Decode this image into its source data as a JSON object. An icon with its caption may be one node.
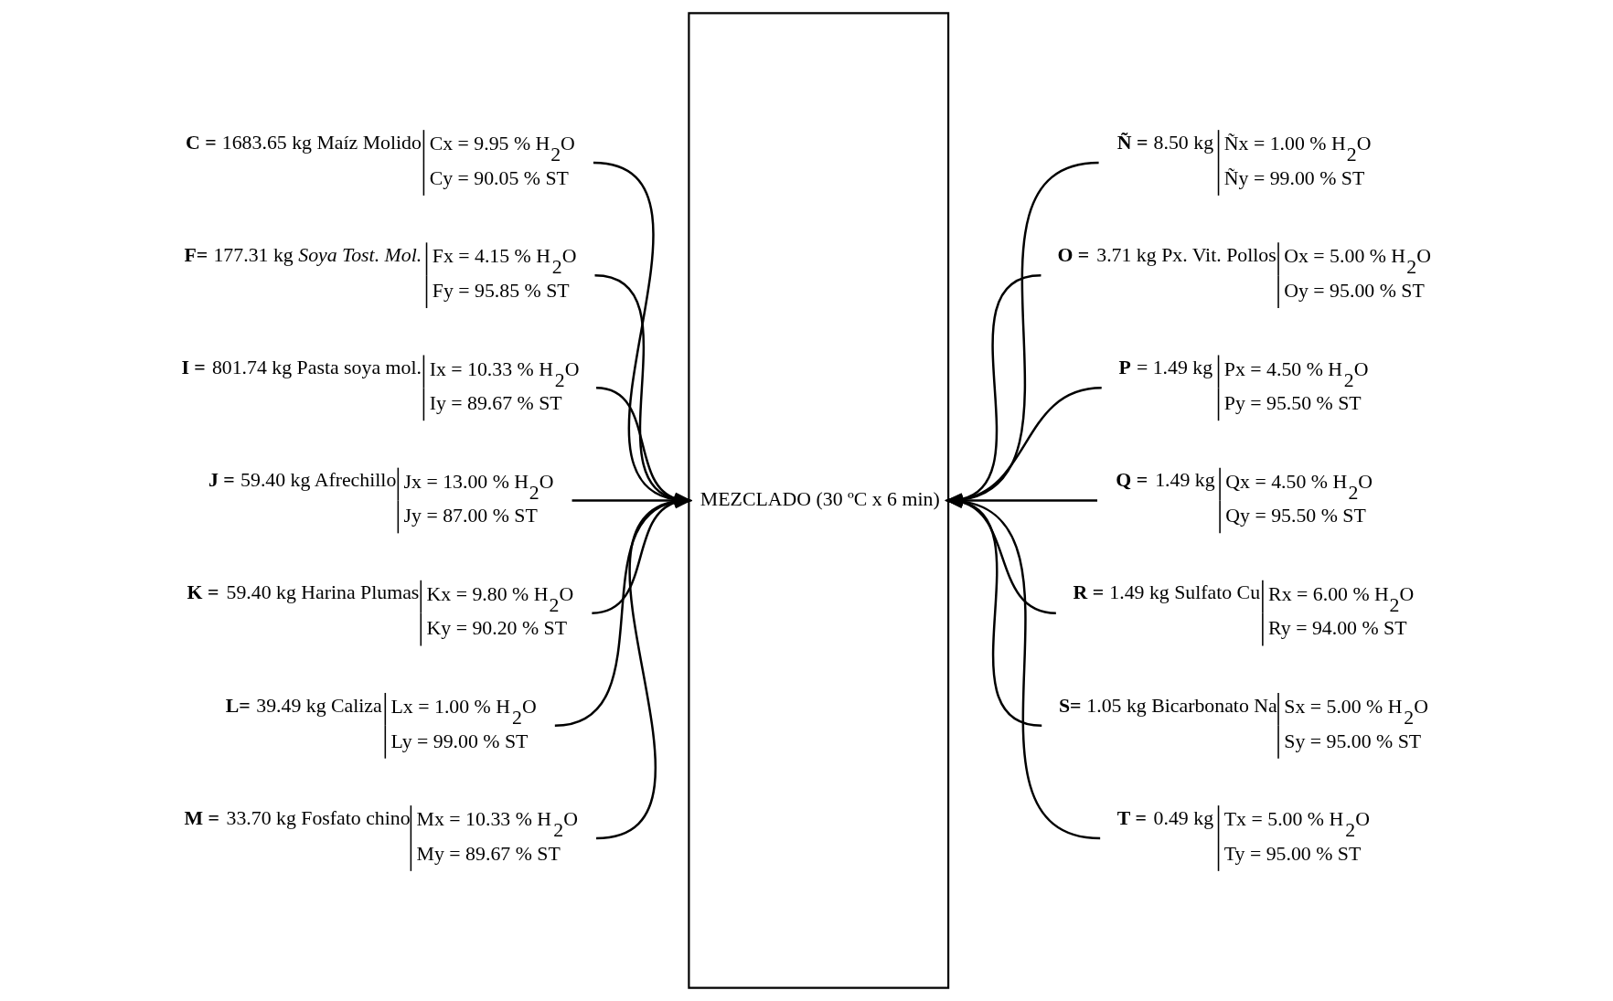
{
  "diagram": {
    "nodes": [
      {
        "text": [
          "**C =** 1683.65 kg Maíz Molido",
          "Cx = 9.95 % H$_{2}$O",
          "Cy = 90.05 % ST"
        ]
      },
      {
        "text": [
          "**F=** 177.31 kg *Soya Tost. Mol.*",
          "Fx = 4.15 % H$_{2}$O",
          "Fy = 95.85 % ST"
        ]
      },
      {
        "text": [
          "**I =** 801.74 kg Pasta soya mol.",
          "Ix = 10.33 % H$_{2}$O",
          "Iy = 89.67 % ST"
        ]
      },
      {
        "text": [
          "**J =** 59.40 kg Afrechillo",
          "Jx = 13.00 % H$_{2}$O",
          "Jy = 87.00 % ST"
        ]
      },
      {
        "text": [
          "**K =** 59.40 kg Harina Plumas",
          "Kx = 9.80 % H$_{2}$O",
          "Ky = 90.20 % ST"
        ]
      },
      {
        "text": [
          "**L=** 39.49 kg Caliza",
          "Lx = 1.00 % H$_{2}$O",
          "Ly = 99.00 % ST"
        ]
      },
      {
        "text": [
          "**M =** 33.70 kg Fosfato chino",
          "Mx = 10.33 % H$_{2}$O",
          "My = 89.67 % ST"
        ]
      },
      {
        "text": [
          "MEZCLADO (30 ºC x 6 min)"
        ]
      },
      {
        "text": [
          "**Ñ =** 8.50 kg",
          "Ñx = 1.00 % H$_{2}$O",
          "Ñy = 99.00 % ST"
        ]
      },
      {
        "text": [
          "**O =** 3.71 kg Px. Vit. Pollos",
          "Ox = 5.00 % H$_{2}$O",
          "Oy = 95.00 % ST"
        ]
      },
      {
        "text": [
          "**P** = 1.49 kg",
          "Px = 4.50 % H$_{2}$O",
          "Py = 95.50 % ST"
        ]
      },
      {
        "text": [
          "**Q =** 1.49 kg",
          "Qx = 4.50 % H$_{2}$O",
          "Qy = 95.50 % ST"
        ]
      },
      {
        "text": [
          "**R =** 1.49 kg Sulfato Cu",
          "Rx = 6.00 % H$_{2}$O",
          "Ry = 94.00 % ST"
        ]
      },
      {
        "text": [
          "**S=** 1.05 kg Bicarbonato Na",
          "Sx = 5.00 % H$_{2}$O",
          "Sy = 95.00 % ST"
        ]
      },
      {
        "text": [
          "**T =** 0.49 kg",
          "Tx = 5.00 % H$_{2}$O",
          "Ty = 95.00 % ST"
        ]
      }
    ],
    "edges": [
      {
        "from": 0,
        "to": 7,
        "arrow": "to"
      },
      {
        "from": 1,
        "to": 7,
        "arrow": "to"
      },
      {
        "from": 2,
        "to": 7,
        "arrow": "to"
      },
      {
        "from": 3,
        "to": 7,
        "arrow": "to"
      },
      {
        "from": 4,
        "to": 7,
        "arrow": "to"
      },
      {
        "from": 5,
        "to": 7,
        "arrow": "to"
      },
      {
        "from": 6,
        "to": 7,
        "arrow": "to"
      },
      {
        "from": 8,
        "to": 7,
        "arrow": "to"
      },
      {
        "from": 9,
        "to": 7,
        "arrow": "to"
      },
      {
        "from": 10,
        "to": 7,
        "arrow": "to"
      },
      {
        "from": 11,
        "to": 7,
        "arrow": "to"
      },
      {
        "from": 12,
        "to": 7,
        "arrow": "to"
      },
      {
        "from": 13,
        "to": 7,
        "arrow": "to"
      },
      {
        "from": 14,
        "to": 7,
        "arrow": "to"
      }
    ]
  }
}
